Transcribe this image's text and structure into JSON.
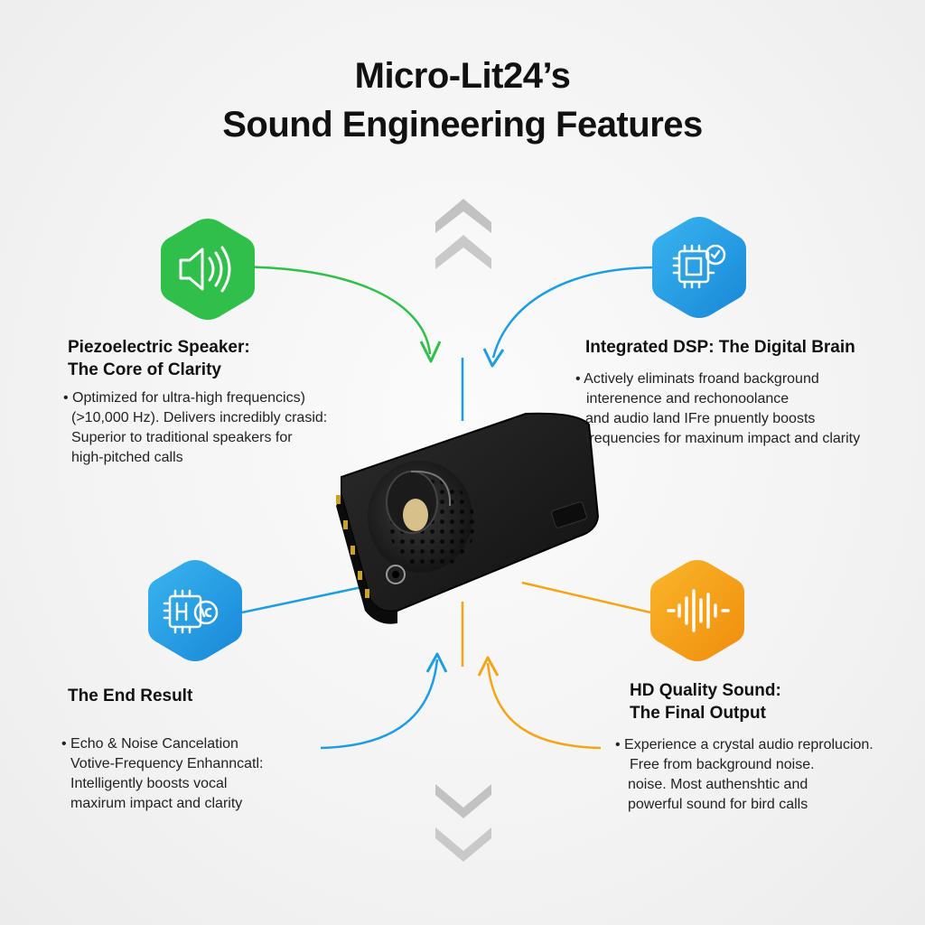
{
  "title": {
    "line1": "Micro-Lit24’s",
    "line2": "Sound Engineering Features"
  },
  "colors": {
    "green": "#2fbf4a",
    "blue": "#1e9de3",
    "orange": "#f5a416",
    "grey_chevron": "#bdbdbd"
  },
  "features": {
    "speaker": {
      "icon": "speaker-icon",
      "heading1": "Piezoelectric Speaker:",
      "heading2": "The Core of Clarity",
      "lines": [
        "• Optimized for ultra-high frequencics)",
        "(>10,000 Hz). Delivers incredibly crasid:",
        "Superior  to traditional speakers for",
        "high-pitched calls"
      ]
    },
    "dsp": {
      "icon": "chip-icon",
      "heading1": "Integrated DSP: The Digital Brain",
      "lines": [
        "• Actively eliminats froand background",
        "interenence and rechonoolance",
        "and audio land IFre pnuently boosts",
        "frequencies for maxinum impact and clarity"
      ]
    },
    "result": {
      "icon": "chip-hc-icon",
      "heading1": "The End Result",
      "lines": [
        "• Echo & Noise Cancelation",
        "Votive-Frequency Enhanncatl:",
        "Intelligently boosts vocal",
        "maxirum impact and clarity"
      ]
    },
    "output": {
      "icon": "waveform-icon",
      "heading1": "HD Quality Sound:",
      "heading2": "The Final Output",
      "lines": [
        "• Experience a crystal audio reprolucion.",
        "Free from background noise.",
        "noise. Most authenshtic and",
        "powerful sound for bird calls"
      ]
    }
  },
  "device": {
    "label": "black-audio-module-image"
  }
}
